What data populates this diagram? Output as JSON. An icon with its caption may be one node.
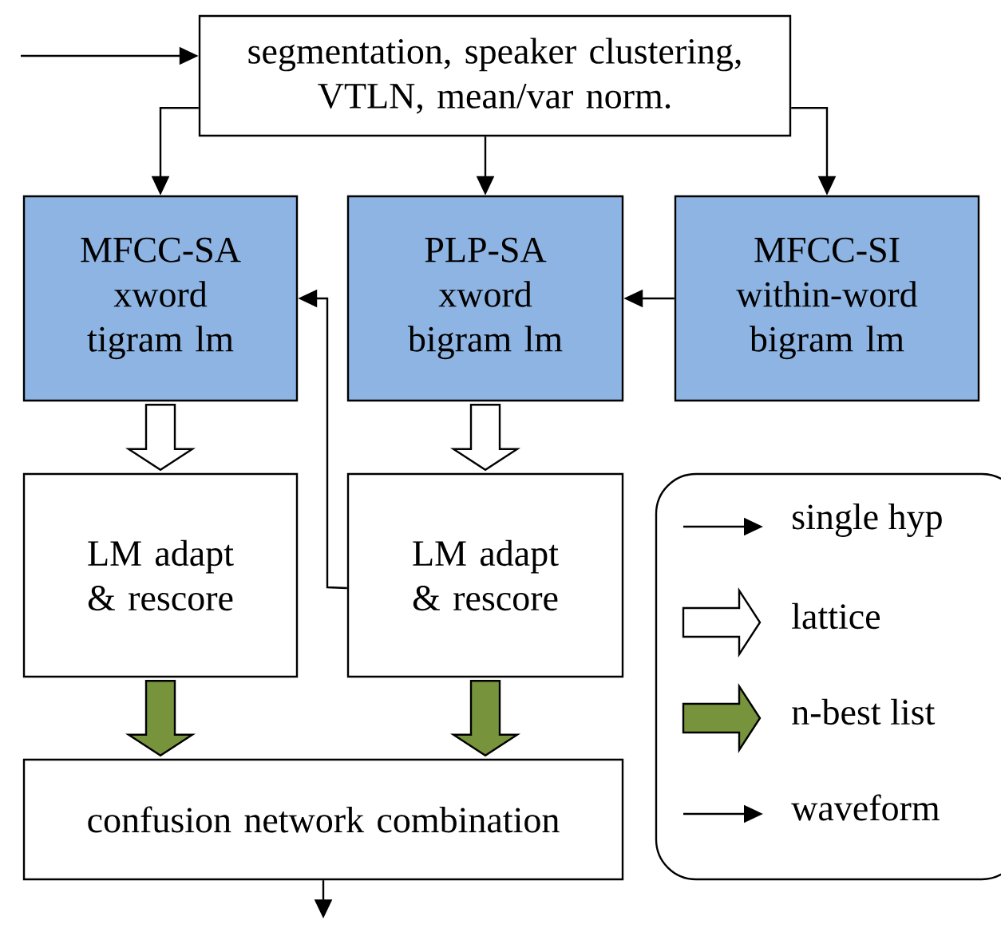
{
  "diagram": {
    "nodes": [
      {
        "text": [
          "segmentation, speaker clustering, VTLN, mean/var norm."
        ]
      },
      {
        "text": [
          "MFCC-SA xword tigram lm"
        ]
      },
      {
        "text": [
          "PLP-SA xword bigram lm"
        ]
      },
      {
        "text": [
          "MFCC-SI within-word bigram lm"
        ]
      },
      {
        "text": [
          "LM adapt & rescore"
        ]
      },
      {
        "text": [
          "LM adapt & rescore"
        ]
      },
      {
        "text": [
          "confusion network combination"
        ]
      }
    ],
    "edges": [
      {
        "from": null,
        "to": 0,
        "arrow": "to"
      },
      {
        "from": 0,
        "to": 1,
        "arrow": "to"
      },
      {
        "from": 0,
        "to": 2,
        "arrow": "to"
      },
      {
        "from": 0,
        "to": 3,
        "arrow": "to"
      },
      {
        "from": 3,
        "to": 2,
        "arrow": "to"
      },
      {
        "from": 5,
        "to": 1,
        "arrow": "to"
      },
      {
        "from": 1,
        "to": 4,
        "arrow": "to",
        "style": "thick"
      },
      {
        "from": 2,
        "to": 5,
        "arrow": "to",
        "style": "thick"
      },
      {
        "from": 4,
        "to": 6,
        "arrow": "to",
        "style": "thick",
        "color": "#77933c"
      },
      {
        "from": 5,
        "to": 6,
        "arrow": "to",
        "style": "thick",
        "color": "#77933c"
      },
      {
        "from": 6,
        "to": null,
        "arrow": "to"
      }
    ],
    "legend": [
      {
        "text": "single hyp"
      },
      {
        "text": "lattice"
      },
      {
        "text": "n-best list"
      },
      {
        "text": "waveform"
      }
    ]
  }
}
